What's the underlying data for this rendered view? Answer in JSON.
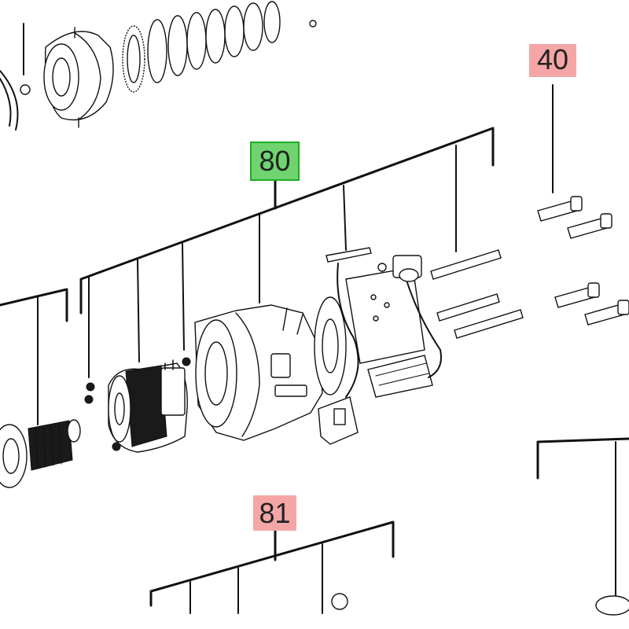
{
  "callouts": [
    {
      "id": "40",
      "label": "40",
      "highlight": "red",
      "color": "#f4a6a6"
    },
    {
      "id": "80",
      "label": "80",
      "highlight": "green",
      "color": "#6fd46f",
      "border": "#1cae1c"
    },
    {
      "id": "81",
      "label": "81",
      "highlight": "red",
      "color": "#f4a6a6"
    }
  ]
}
